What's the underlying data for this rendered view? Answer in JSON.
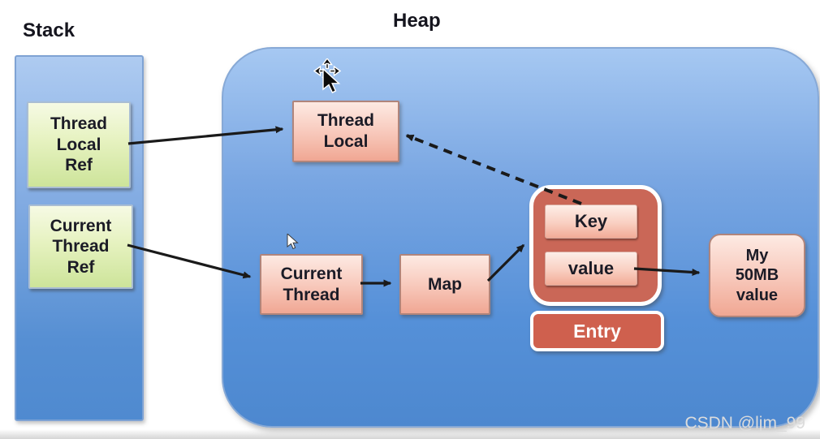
{
  "titles": {
    "stack": "Stack",
    "heap": "Heap"
  },
  "stack": {
    "refs": [
      {
        "id": "thread-local-ref",
        "label": "Thread\nLocal\nRef"
      },
      {
        "id": "current-thread-ref",
        "label": "Current\nThread\nRef"
      }
    ]
  },
  "heap": {
    "thread_local": "Thread\nLocal",
    "current_thread": "Current\nThread",
    "map": "Map",
    "entry_box": {
      "key": "Key",
      "value": "value",
      "label": "Entry"
    },
    "my_value": "My\n50MB\nvalue"
  },
  "watermark": "CSDN @ljm_99",
  "colors": {
    "heap_blue": "#5590d8",
    "stack_blue": "#568fd3",
    "node_pink": "#f0a793",
    "node_green": "#cde49a",
    "entry_red": "#ca6757",
    "entry_label_red": "#cf604e",
    "arrow_black": "#1a1a1a"
  }
}
